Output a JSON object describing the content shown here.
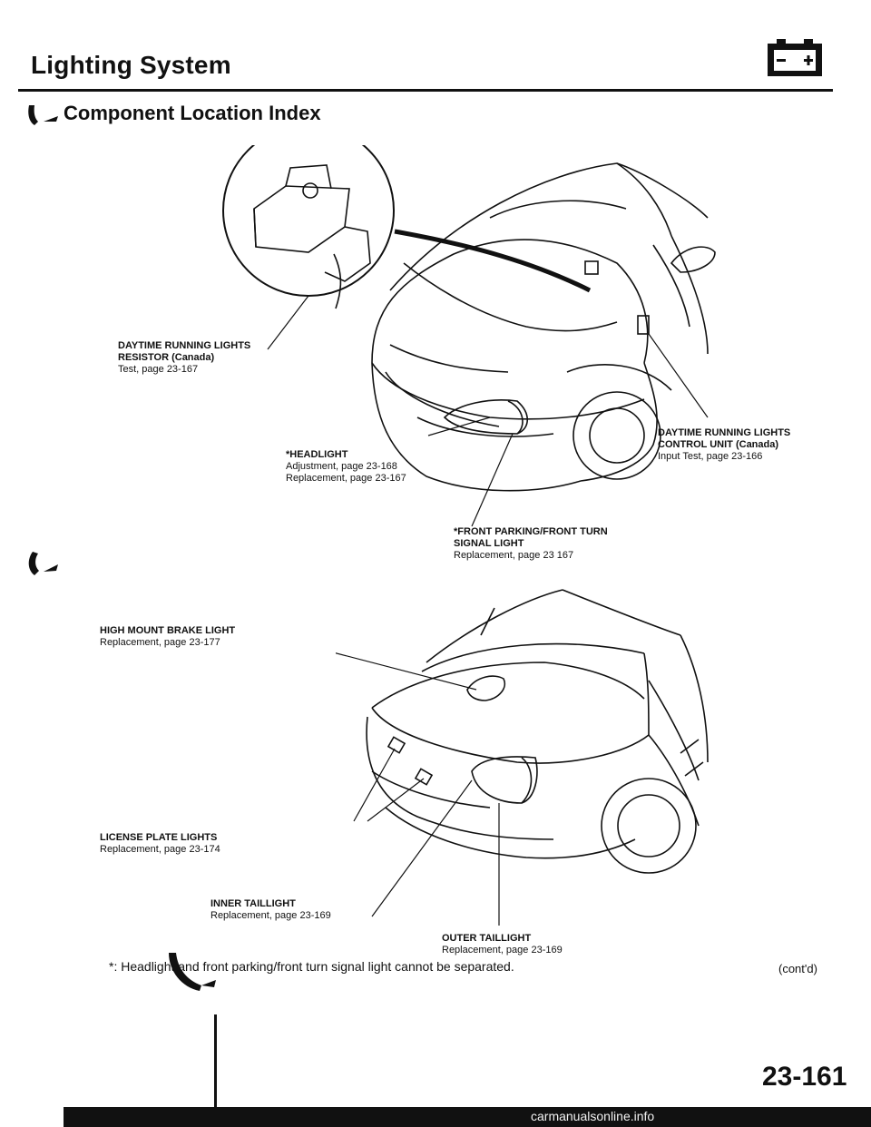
{
  "header": {
    "title": "Lighting System",
    "icon": "battery-icon"
  },
  "subtitle": "Component Location Index",
  "callouts": {
    "drl_resistor": {
      "heading": "DAYTIME RUNNING LIGHTS RESISTOR (Canada)",
      "line1": "Test, page 23-167"
    },
    "headlight": {
      "heading": "*HEADLIGHT",
      "line1": "Adjustment, page 23-168",
      "line2": "Replacement, page 23-167"
    },
    "drl_control_unit": {
      "heading1": "DAYTIME RUNNING LIGHTS",
      "heading2": "CONTROL UNIT (Canada)",
      "line1": "Input Test, page 23-166"
    },
    "front_parking": {
      "heading1": "*FRONT PARKING/FRONT TURN",
      "heading2": "SIGNAL LIGHT",
      "line1": "Replacement, page 23 167"
    },
    "high_mount": {
      "heading": "HIGH MOUNT BRAKE LIGHT",
      "line1": "Replacement, page 23-177"
    },
    "license_plate": {
      "heading": "LICENSE PLATE LIGHTS",
      "line1": "Replacement, page 23-174"
    },
    "inner_taillight": {
      "heading": "INNER TAILLIGHT",
      "line1": "Replacement, page 23-169"
    },
    "outer_taillight": {
      "heading": "OUTER TAILLIGHT",
      "line1": "Replacement, page 23-169"
    }
  },
  "footnote": "*: Headlight and front parking/front turn signal light cannot be separated.",
  "contd": "(cont'd)",
  "page_number": "23-161",
  "watermark": "carmanualsonline.info"
}
